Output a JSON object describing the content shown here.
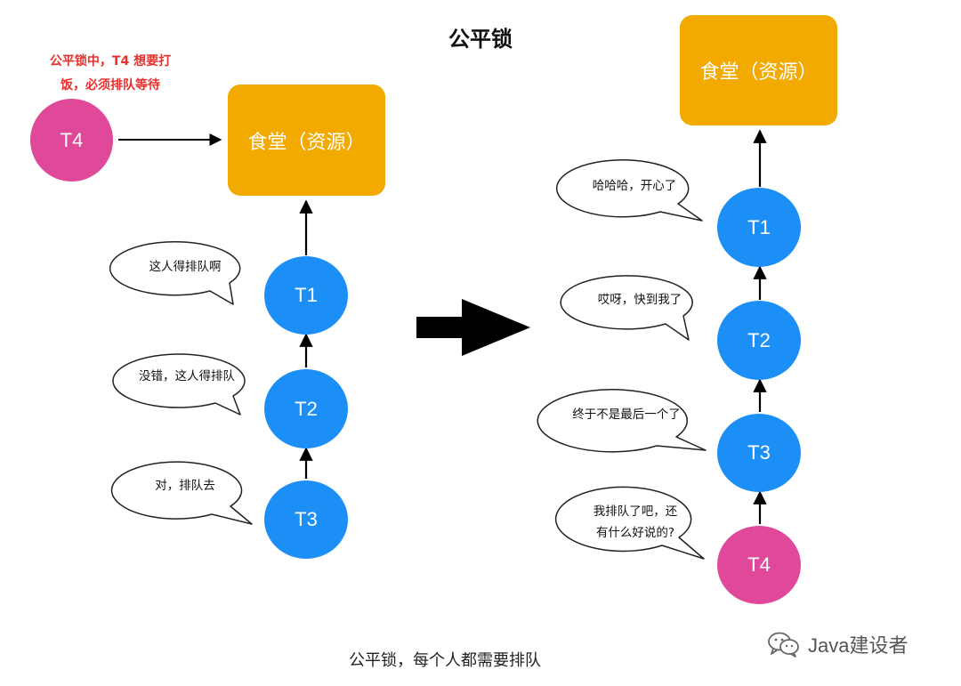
{
  "title": "公平锁",
  "note": {
    "line1": "公平锁中，T4 想要打",
    "line2": "饭，必须排队等待"
  },
  "left": {
    "resource": "食堂（资源）",
    "waiting_thread": "T4",
    "queue": [
      "T1",
      "T2",
      "T3"
    ],
    "bubbles": [
      "这人得排队啊",
      "没错，这人得排队",
      "对，排队去"
    ]
  },
  "right": {
    "resource": "食堂（资源）",
    "queue": [
      "T1",
      "T2",
      "T3",
      "T4"
    ],
    "bubbles": [
      "哈哈哈，开心了",
      "哎呀，快到我了",
      "终于不是最后一个了",
      "我排队了吧，还",
      "有什么好说的?"
    ]
  },
  "caption": "公平锁，每个人都需要排队",
  "watermark": {
    "text": "Java建设者",
    "icon": "wechat-icon"
  },
  "colors": {
    "resource": "#f2aa00",
    "thread": "#1b8ff6",
    "new_thread": "#e0489a",
    "note": "#e8312f"
  }
}
